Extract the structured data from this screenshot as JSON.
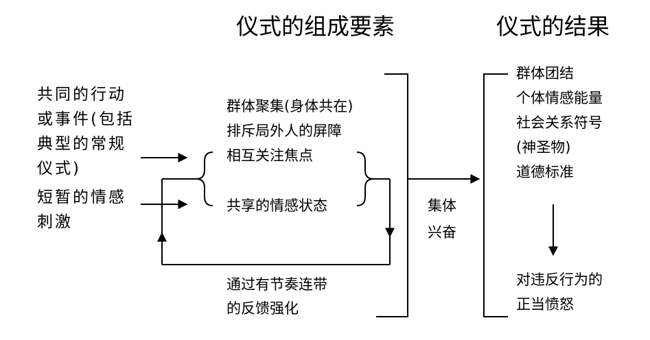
{
  "titles": {
    "components": "仪式的组成要素",
    "results": "仪式的结果"
  },
  "inputs": {
    "lines": [
      "共同的行动",
      "或事件(包括",
      "典型的常规",
      "仪式)",
      "短暂的情感",
      "刺激"
    ]
  },
  "components": {
    "lines": [
      "群体聚集(身体共在)",
      "排斥局外人的屏障",
      "相互关注焦点",
      "共享的情感状态"
    ]
  },
  "feedback": {
    "lines": [
      "通过有节奏连带",
      "的反馈强化"
    ]
  },
  "center": {
    "lines": [
      "集体",
      "兴奋"
    ]
  },
  "results": {
    "lines": [
      "群体团结",
      "个体情感能量",
      "社会关系符号",
      "(神圣物)",
      "道德标准"
    ],
    "outcome_lines": [
      "对违反行为的",
      "正当愤怒"
    ]
  }
}
